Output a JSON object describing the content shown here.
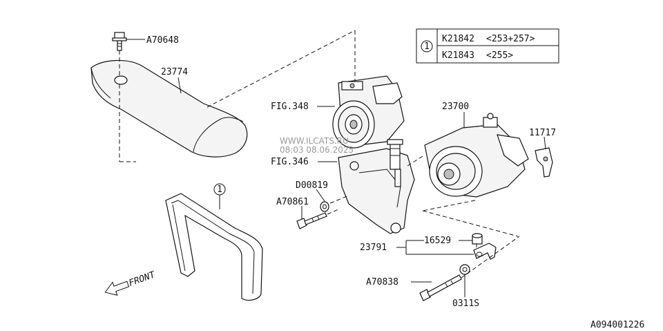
{
  "watermark": {
    "site": "WWW.ILCATS.RU",
    "datetime": "08:03 08.06.2025"
  },
  "legend": {
    "circle": "1",
    "rows": [
      {
        "code": "K21842",
        "note": "<253+257>"
      },
      {
        "code": "K21843",
        "note": "<255>"
      }
    ]
  },
  "callouts": {
    "bolt_top": "A70648",
    "cover": "23774",
    "pump_fig": "FIG.348",
    "bracket_fig": "FIG.346",
    "alternator": "23700",
    "alt_bracket": "11717",
    "washer_small": "D00819",
    "bolt_left": "A70861",
    "belt_circle": "1",
    "adjuster": "23791",
    "nut": "16529",
    "long_bolt": "A70838",
    "washer_bottom": "0311S"
  },
  "front_label": "FRONT",
  "diagram_id": "A094001226"
}
